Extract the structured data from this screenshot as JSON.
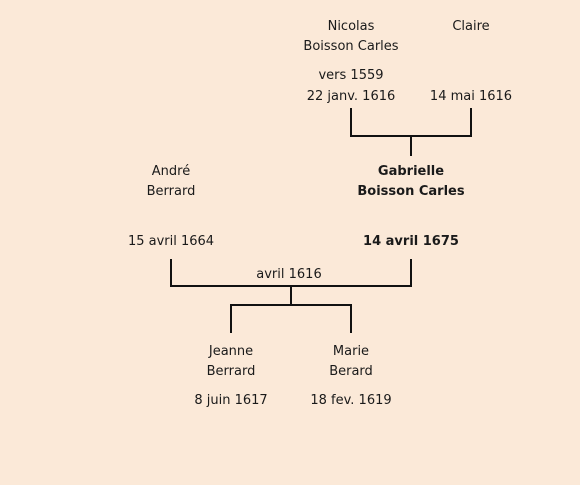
{
  "people": {
    "nicolas": {
      "first_name": "Nicolas",
      "last_name": "Boisson Carles",
      "birth": "vers 1559",
      "death": "22 janv. 1616"
    },
    "claire": {
      "first_name": "Claire",
      "last_name": "",
      "birth": "",
      "death": "14 mai 1616"
    },
    "andre": {
      "first_name": "André",
      "last_name": "Berrard",
      "birth": "",
      "death": "15 avril 1664"
    },
    "gabrielle": {
      "first_name": "Gabrielle",
      "last_name": "Boisson Carles",
      "birth": "",
      "death": "14 avril 1675"
    },
    "jeanne": {
      "first_name": "Jeanne",
      "last_name": "Berrard",
      "birth": "8 juin 1617",
      "death": ""
    },
    "marie": {
      "first_name": "Marie",
      "last_name": "Berard",
      "birth": "18 fev. 1619",
      "death": ""
    }
  },
  "marriage": {
    "andre_gabrielle": "avril 1616"
  }
}
